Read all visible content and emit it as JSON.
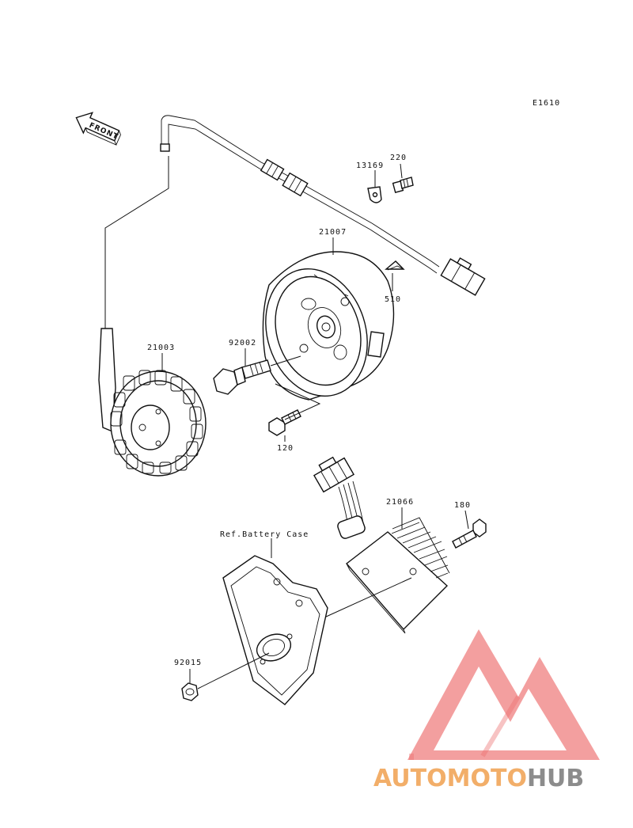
{
  "diagram": {
    "code": "E1610",
    "front_label": "FRONT",
    "ref_label": "Ref.Battery Case",
    "parts": {
      "p13169": "13169",
      "p220": "220",
      "p21007": "21007",
      "p510": "510",
      "p21003": "21003",
      "p92002": "92002",
      "p120": "120",
      "p21066": "21066",
      "p180": "180",
      "p92015": "92015"
    }
  },
  "watermark": {
    "part1": "AUTOMOTO",
    "part2": "HUB",
    "color_orange": "#f4a24a",
    "color_red": "#ec6c6c",
    "color_gray": "#8c8c8c"
  }
}
